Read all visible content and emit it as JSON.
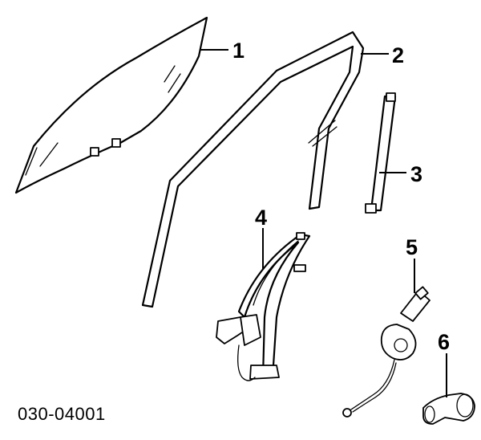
{
  "diagram_code": "030-04001",
  "callouts": [
    {
      "number": "1"
    },
    {
      "number": "2"
    },
    {
      "number": "3"
    },
    {
      "number": "4"
    },
    {
      "number": "5"
    },
    {
      "number": "6"
    }
  ]
}
